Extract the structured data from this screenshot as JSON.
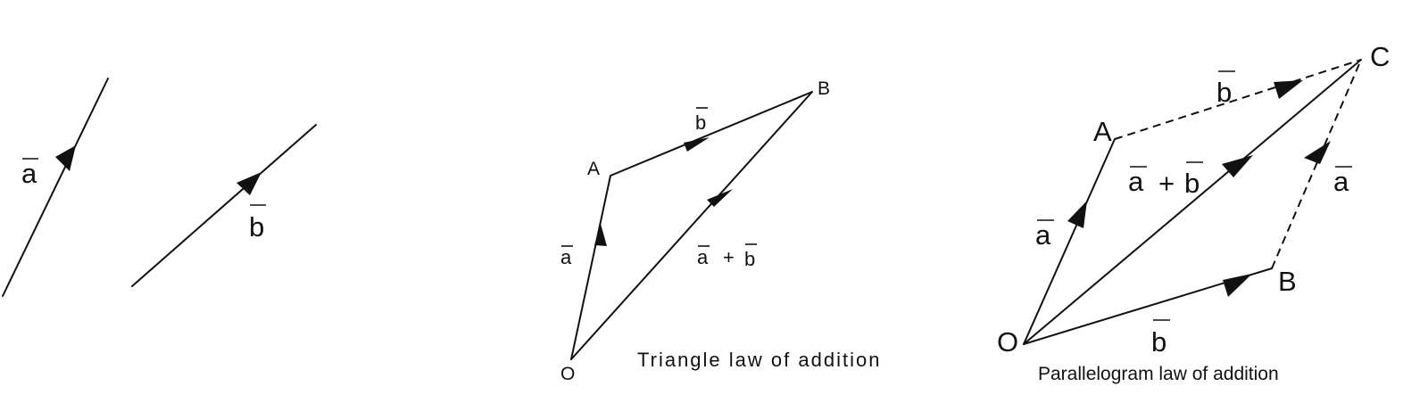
{
  "vector_a_label": "a",
  "vector_b_label": "b",
  "plus_sign": "+",
  "triangle": {
    "caption": "Triangle law of addition",
    "point_o": "O",
    "point_a": "A",
    "point_b": "B"
  },
  "parallelogram": {
    "caption": "Parallelogram law of addition",
    "point_o": "O",
    "point_a": "A",
    "point_b": "B",
    "point_c": "C"
  }
}
